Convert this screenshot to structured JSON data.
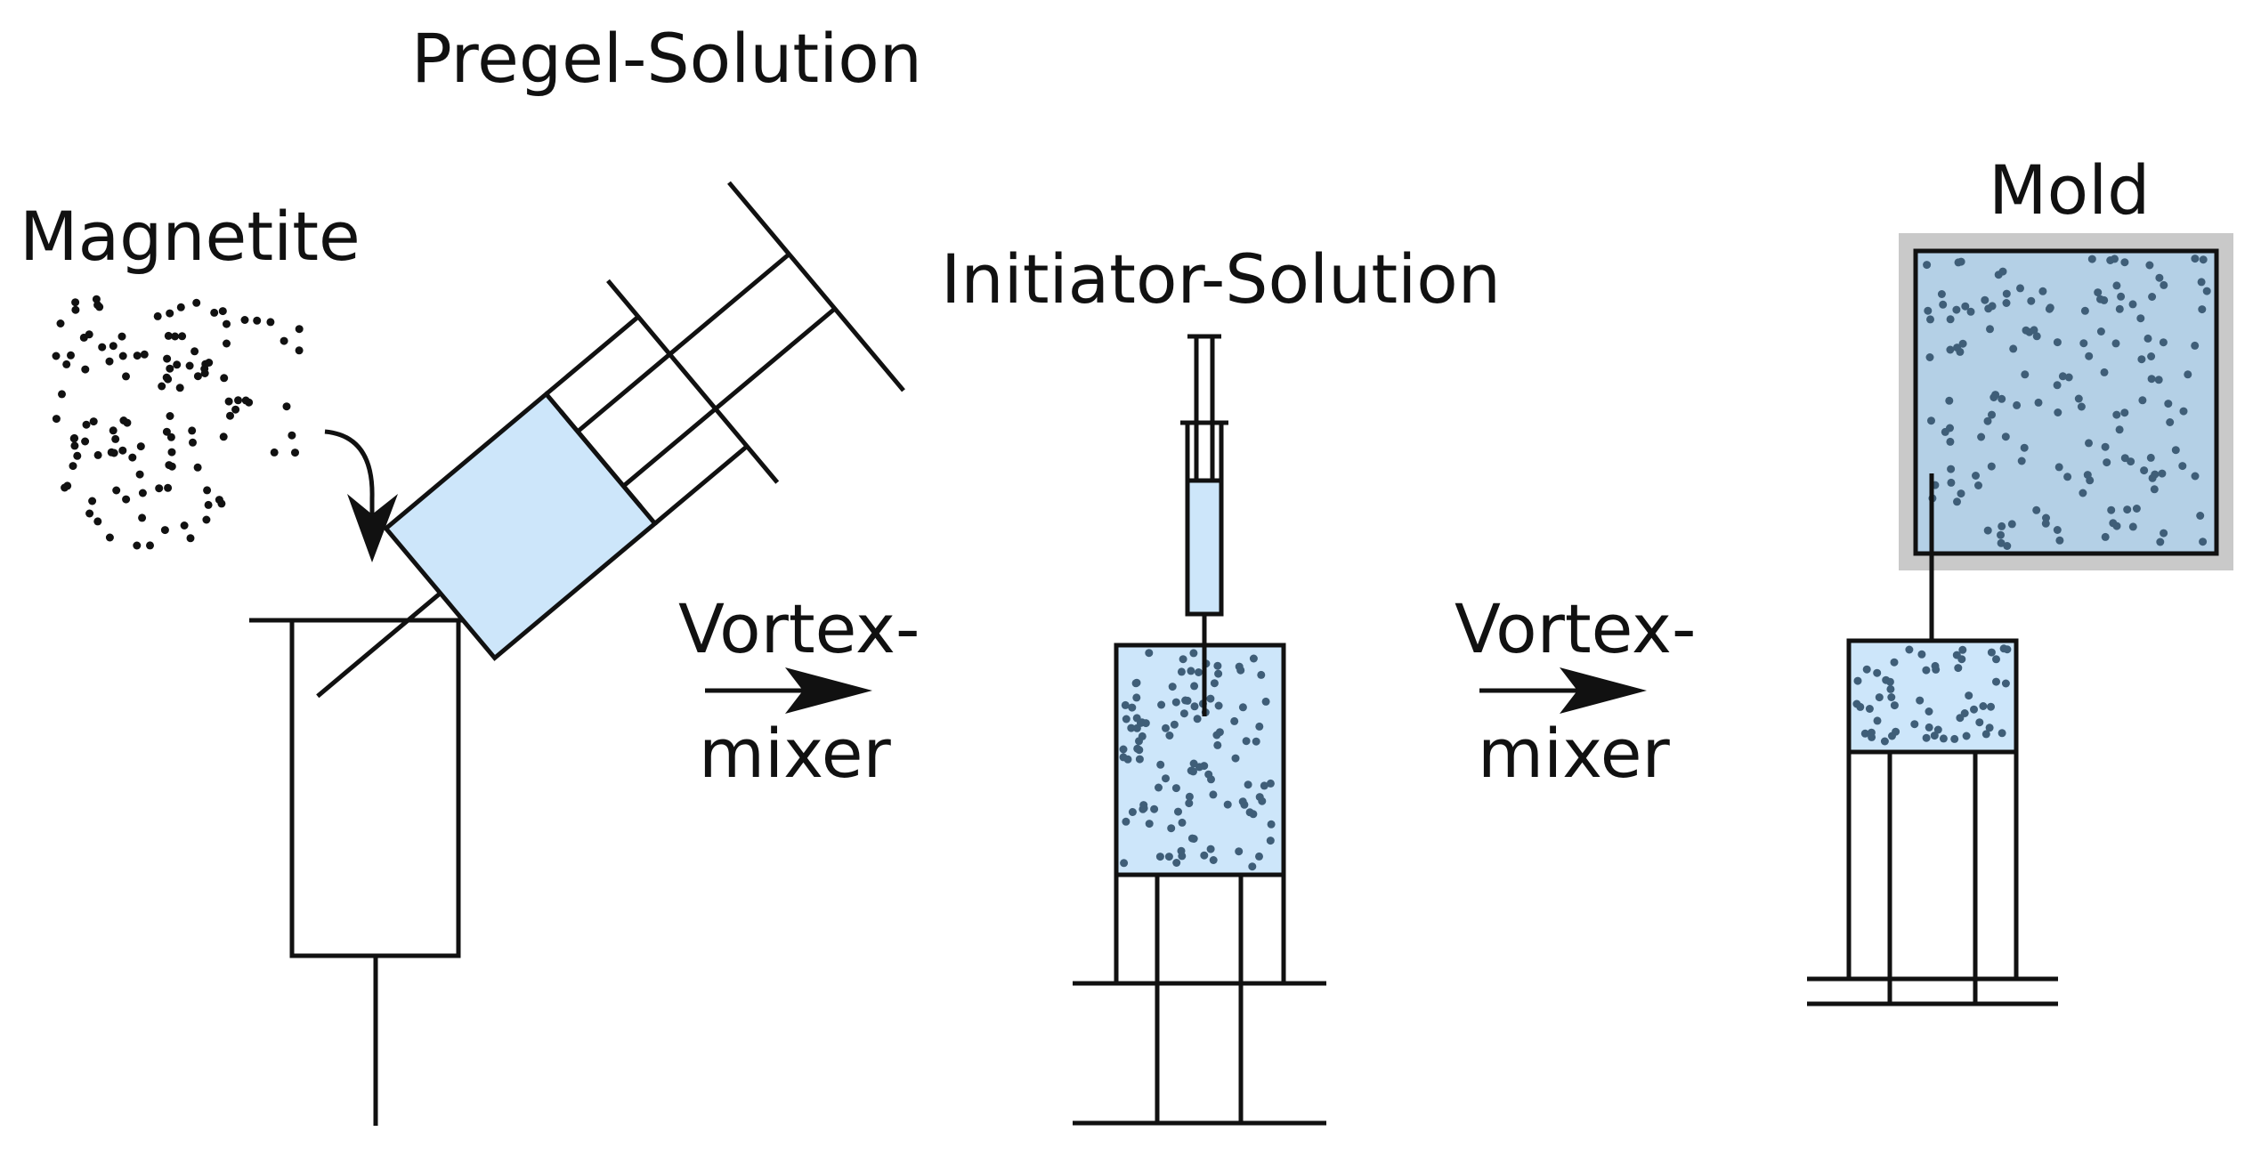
{
  "labels": {
    "magnetite": "Magnetite",
    "pregel_solution": "Pregel-Solution",
    "initiator_solution": "Initiator-Solution",
    "mold": "Mold",
    "vortex_mixer_1_line1": "Vortex-",
    "vortex_mixer_1_line2": "mixer",
    "vortex_mixer_2_line1": "Vortex-",
    "vortex_mixer_2_line2": "mixer"
  },
  "colors": {
    "liquid": "#cde6fa",
    "mold_liquid": "#b4d0e6",
    "mold_frame": "#c9c9c9",
    "particles": "#3f5e78",
    "magnetite_powder": "#111111",
    "outline": "#111111"
  }
}
